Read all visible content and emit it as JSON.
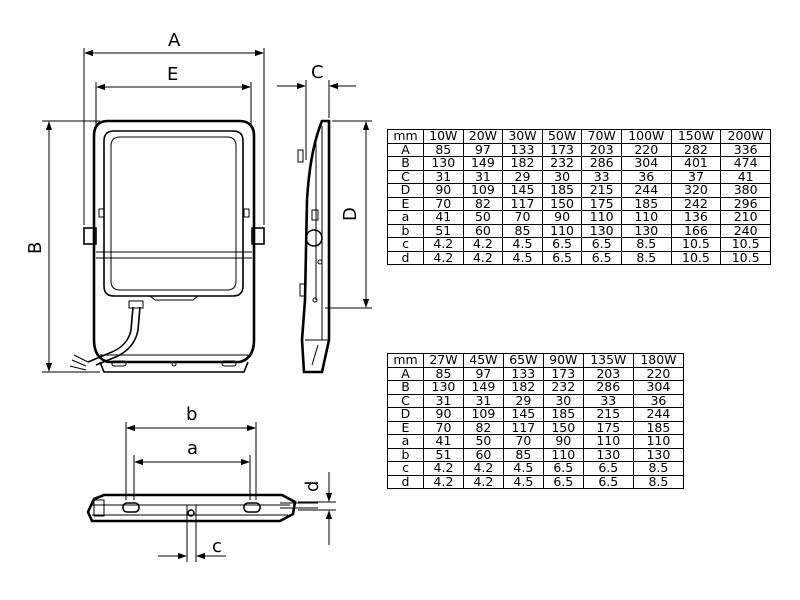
{
  "labels": {
    "A": "A",
    "B": "B",
    "C": "C",
    "D": "D",
    "E": "E",
    "a": "a",
    "b": "b",
    "c": "c",
    "d": "d"
  },
  "table_top": {
    "header": [
      "mm",
      "10W",
      "20W",
      "30W",
      "50W",
      "70W",
      "100W",
      "150W",
      "200W"
    ],
    "rows": [
      [
        "A",
        "85",
        "97",
        "133",
        "173",
        "203",
        "220",
        "282",
        "336"
      ],
      [
        "B",
        "130",
        "149",
        "182",
        "232",
        "286",
        "304",
        "401",
        "474"
      ],
      [
        "C",
        "31",
        "31",
        "29",
        "30",
        "33",
        "36",
        "37",
        "41"
      ],
      [
        "D",
        "90",
        "109",
        "145",
        "185",
        "215",
        "244",
        "320",
        "380"
      ],
      [
        "E",
        "70",
        "82",
        "117",
        "150",
        "175",
        "185",
        "242",
        "296"
      ],
      [
        "a",
        "41",
        "50",
        "70",
        "90",
        "110",
        "110",
        "136",
        "210"
      ],
      [
        "b",
        "51",
        "60",
        "85",
        "110",
        "130",
        "130",
        "166",
        "240"
      ],
      [
        "c",
        "4.2",
        "4.2",
        "4.5",
        "6.5",
        "6.5",
        "8.5",
        "10.5",
        "10.5"
      ],
      [
        "d",
        "4.2",
        "4.2",
        "4.5",
        "6.5",
        "6.5",
        "8.5",
        "10.5",
        "10.5"
      ]
    ]
  },
  "table_bottom": {
    "header": [
      "mm",
      "27W",
      "45W",
      "65W",
      "90W",
      "135W",
      "180W"
    ],
    "rows": [
      [
        "A",
        "85",
        "97",
        "133",
        "173",
        "203",
        "220"
      ],
      [
        "B",
        "130",
        "149",
        "182",
        "232",
        "286",
        "304"
      ],
      [
        "C",
        "31",
        "31",
        "29",
        "30",
        "33",
        "36"
      ],
      [
        "D",
        "90",
        "109",
        "145",
        "185",
        "215",
        "244"
      ],
      [
        "E",
        "70",
        "82",
        "117",
        "150",
        "175",
        "185"
      ],
      [
        "a",
        "41",
        "50",
        "70",
        "90",
        "110",
        "110"
      ],
      [
        "b",
        "51",
        "60",
        "85",
        "110",
        "130",
        "130"
      ],
      [
        "c",
        "4.2",
        "4.2",
        "4.5",
        "6.5",
        "6.5",
        "8.5"
      ],
      [
        "d",
        "4.2",
        "4.2",
        "4.5",
        "6.5",
        "6.5",
        "8.5"
      ]
    ]
  }
}
